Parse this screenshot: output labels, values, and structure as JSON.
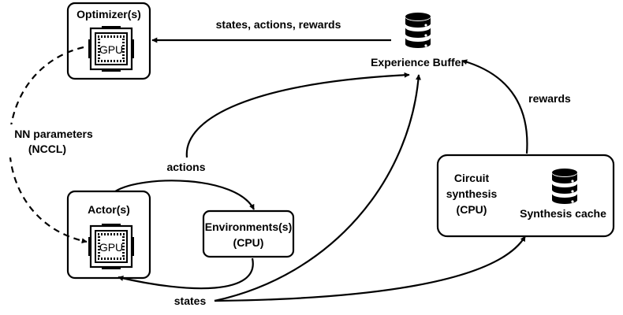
{
  "nodes": {
    "optimizer": {
      "label": "Optimizer(s)",
      "chip": "GPU"
    },
    "actor": {
      "label": "Actor(s)",
      "chip": "GPU"
    },
    "environments": {
      "line1": "Environments(s)",
      "line2": "(CPU)"
    },
    "experience_buffer": {
      "label": "Experience Buffer",
      "icon": "database-icon"
    },
    "circuit_synthesis": {
      "line1": "Circuit",
      "line2": "synthesis",
      "line3": "(CPU)"
    },
    "synthesis_cache": {
      "label": "Synthesis cache",
      "icon": "database-icon"
    }
  },
  "edges": {
    "states_actions_rewards": "states, actions, rewards",
    "nn_parameters": "NN parameters",
    "nccl": "(NCCL)",
    "actions": "actions",
    "states": "states",
    "rewards": "rewards"
  }
}
